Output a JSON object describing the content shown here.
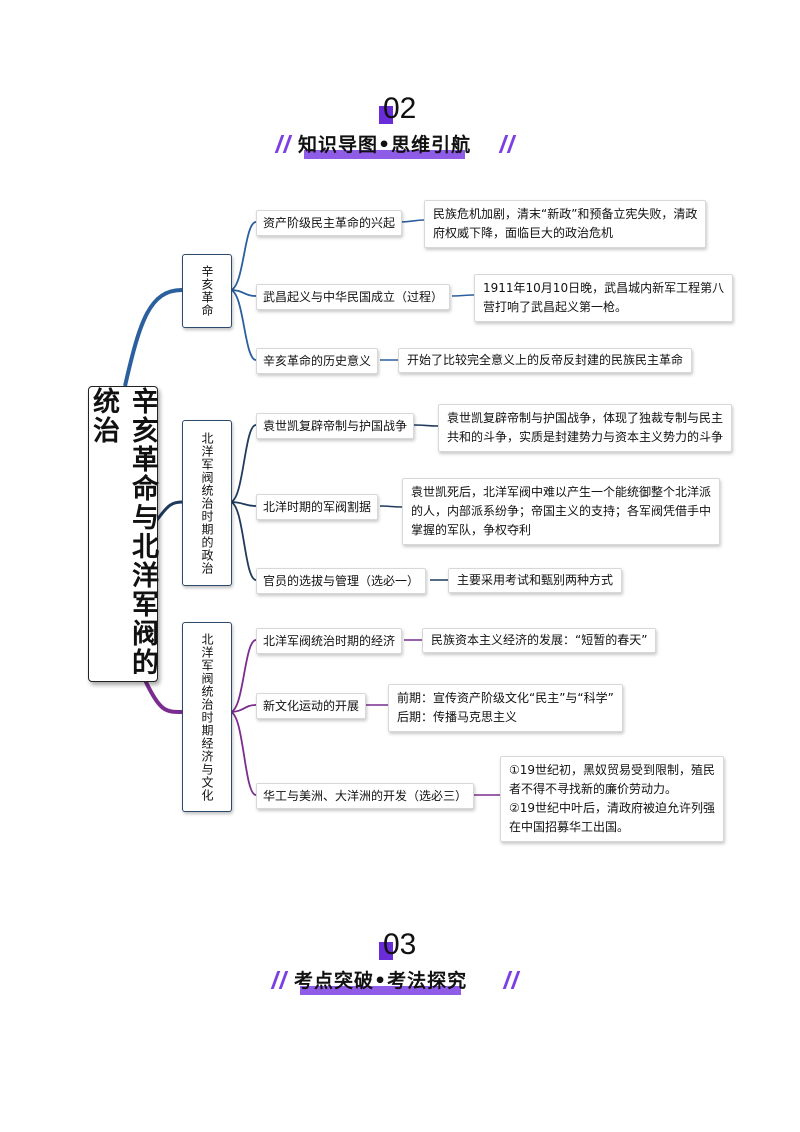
{
  "section2": {
    "number": "02",
    "title": "知识导图•思维引航"
  },
  "section3": {
    "number": "03",
    "title": "考点突破•考法探究"
  },
  "mindmap": {
    "root": "辛亥革命与北洋军阀的统治",
    "branches": [
      {
        "label": "辛亥革命",
        "items": [
          {
            "topic": "资产阶级民主革命的兴起",
            "detail": [
              "民族危机加剧，清末“新政”和预备立宪失败，清政",
              "府权威下降，面临巨大的政治危机"
            ]
          },
          {
            "topic": "武昌起义与中华民国成立（过程）",
            "detail": [
              "1911年10月10日晚，武昌城内新军工程第八",
              "营打响了武昌起义第一枪。"
            ]
          },
          {
            "topic": "辛亥革命的历史意义",
            "detail": [
              "开始了比较完全意义上的反帝反封建的民族民主革命"
            ]
          }
        ]
      },
      {
        "label": "北洋军阀统治时期的政治",
        "items": [
          {
            "topic": "袁世凯复辟帝制与护国战争",
            "detail": [
              "袁世凯复辟帝制与护国战争，体现了独裁专制与民主",
              "共和的斗争，实质是封建势力与资本主义势力的斗争"
            ]
          },
          {
            "topic": "北洋时期的军阀割据",
            "detail": [
              "袁世凯死后，北洋军阀中难以产生一个能统御整个北洋派",
              "的人，内部派系纷争；帝国主义的支持；各军阀凭借手中",
              "掌握的军队，争权夺利"
            ]
          },
          {
            "topic": "官员的选拔与管理（选必一）",
            "detail": [
              "主要采用考试和甄别两种方式"
            ]
          }
        ]
      },
      {
        "label": "北洋军阀统治时期经济与文化",
        "items": [
          {
            "topic": "北洋军阀统治时期的经济",
            "detail": [
              "民族资本主义经济的发展：“短暂的春天”"
            ]
          },
          {
            "topic": "新文化运动的开展",
            "detail": [
              "前期：宣传资产阶级文化“民主”与“科学”",
              "后期：传播马克思主义"
            ]
          },
          {
            "topic": "华工与美洲、大洋洲的开发（选必三）",
            "detail": [
              "①19世纪初，黑奴贸易受到限制，殖民",
              "者不得不寻找新的廉价劳动力。",
              "②19世纪中叶后，清政府被迫允许列强",
              "在中国招募华工出国。"
            ]
          }
        ]
      }
    ]
  },
  "colors": {
    "accent": "#7b3fe4",
    "branch1": "#2b5f9e",
    "branch2": "#1f3a5c",
    "branch3": "#7b2d8f"
  }
}
